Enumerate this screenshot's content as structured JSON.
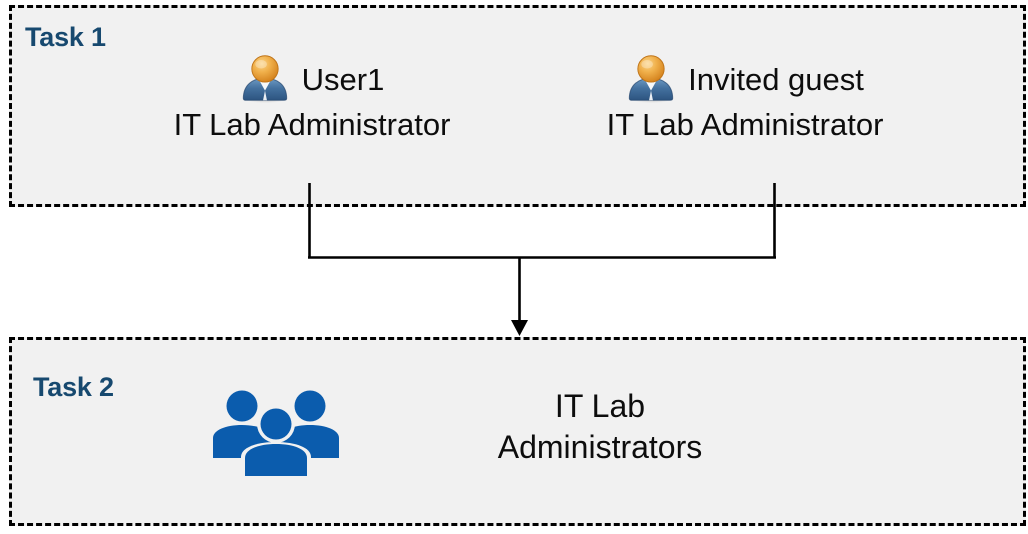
{
  "diagram": {
    "title_hidden": "",
    "background_color": "#FFFFFF",
    "box_fill_color": "#F1F1F1",
    "box_border_color": "#000000",
    "label_color": "#17496F",
    "accent_blue": "#0B5CAD",
    "person_head_color": "#E8A33D",
    "person_body_color": "#3C6E9F"
  },
  "task1": {
    "label": "Task 1",
    "members": [
      {
        "icon": "person-icon",
        "name": "User1",
        "role": "IT Lab Administrator"
      },
      {
        "icon": "person-icon",
        "name": "Invited guest",
        "role": "IT Lab Administrator"
      }
    ]
  },
  "task2": {
    "label": "Task 2",
    "group": {
      "icon": "people-group-icon",
      "name_line1": "IT Lab",
      "name_line2": "Administrators"
    }
  },
  "connector": {
    "type": "merge-arrow",
    "from": [
      "User1",
      "Invited guest"
    ],
    "to": "IT Lab Administrators",
    "arrow_color": "#000000"
  }
}
